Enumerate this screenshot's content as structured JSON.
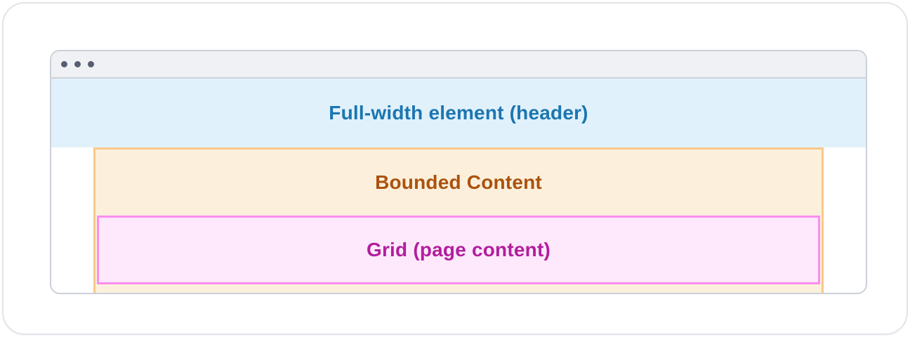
{
  "diagram": {
    "browser_window": {
      "titlebar": {
        "controls": [
          {
            "icon": "window-dot-icon"
          },
          {
            "icon": "window-dot-icon"
          },
          {
            "icon": "window-dot-icon"
          }
        ]
      },
      "full_width_header": {
        "label": "Full-width element (header)"
      },
      "bounded_content": {
        "label": "Bounded Content"
      },
      "grid": {
        "label": "Grid (page content)"
      }
    },
    "colors": {
      "outer_card_border": "#e3e4e9",
      "window_border": "#ccd0d8",
      "titlebar_bg": "#f0f1f4",
      "window_dot": "#575d72",
      "header_bg": "#e1f1fb",
      "header_text": "#1b76b1",
      "bounded_bg": "#fcf0dc",
      "bounded_border": "#f9c88a",
      "bounded_text": "#ab520e",
      "grid_bg": "#fde9fb",
      "grid_border": "#fa8df0",
      "grid_text": "#b11e9e"
    }
  }
}
